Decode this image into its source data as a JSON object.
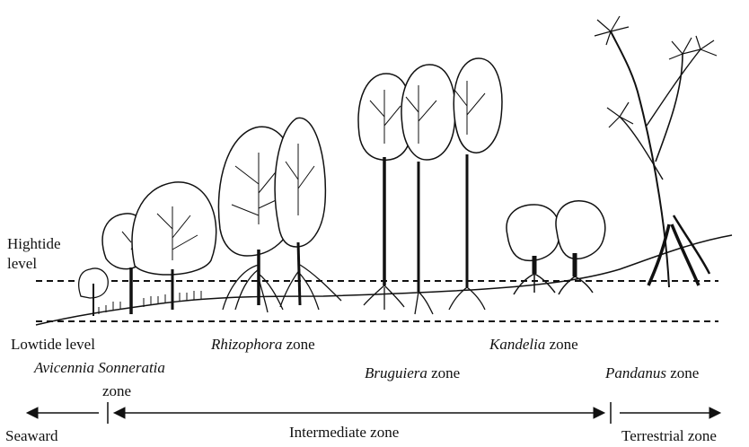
{
  "labels": {
    "hightide_line1": "Hightide",
    "hightide_line2": "level",
    "lowtide": "Lowtide level",
    "avicennia_genus1": "Avicennia",
    "avicennia_genus2": "Sonneratia",
    "avicennia_zone": "zone",
    "rhizophora_genus": "Rhizophora",
    "rhizophora_zone": "zone",
    "bruguiera_genus": "Bruguiera",
    "bruguiera_zone": "zone",
    "kandelia_genus": "Kandelia",
    "kandelia_zone": "zone",
    "pandanus_genus": "Pandanus",
    "pandanus_zone": "zone",
    "seaward": "Seaward",
    "intermediate": "Intermediate zone",
    "terrestrial": "Terrestrial zone"
  }
}
